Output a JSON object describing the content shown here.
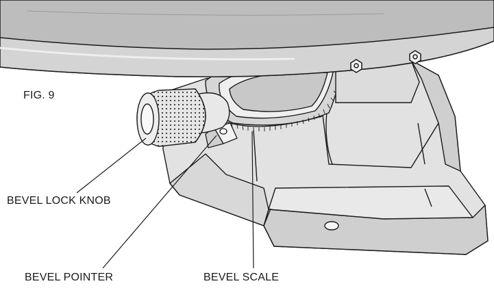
{
  "figure": {
    "label": "FIG. 9"
  },
  "callouts": {
    "bevel_lock_knob": "BEVEL LOCK KNOB",
    "bevel_pointer": "BEVEL POINTER",
    "bevel_scale": "BEVEL SCALE"
  },
  "colors": {
    "outline": "#1a1a1a",
    "top_shade": "#b9b9b9",
    "mid_shade": "#d3d3d3",
    "light_shade": "#eeeeee",
    "base_fill": "#e2e2e2",
    "background": "#ffffff"
  }
}
